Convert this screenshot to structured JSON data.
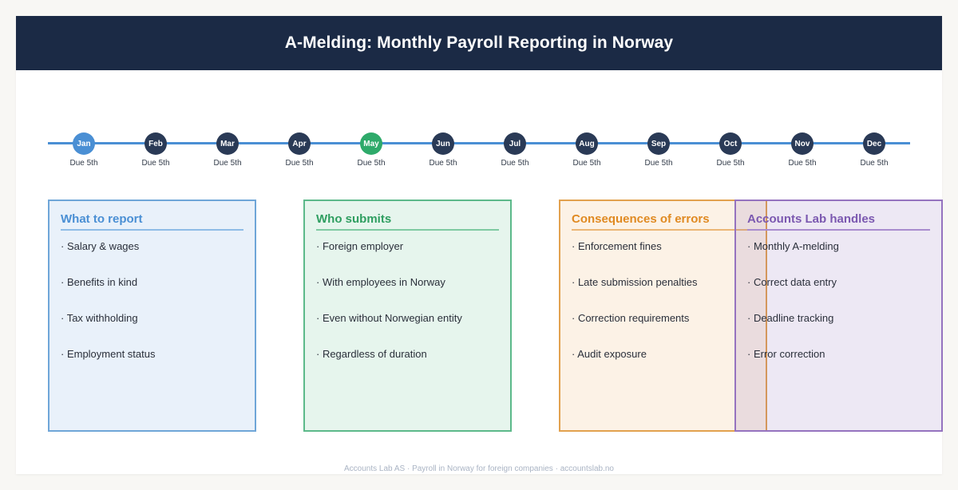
{
  "header": {
    "title": "A-Melding: Monthly Payroll Reporting in Norway"
  },
  "timeline": {
    "due_label": "Due 5th",
    "months": [
      "Jan",
      "Feb",
      "Mar",
      "Apr",
      "May",
      "Jun",
      "Jul",
      "Aug",
      "Sep",
      "Oct",
      "Nov",
      "Dec"
    ],
    "highlighted": {
      "Jan": "#4a8fd4",
      "May": "#2eaa6a"
    },
    "default_color": "#2a3a56",
    "line_color": "#4a8fd4"
  },
  "boxes": [
    {
      "title": "What to report",
      "color": "#4a8fd4",
      "items": [
        "· Salary & wages",
        "· Benefits in kind",
        "· Tax withholding",
        "· Employment status"
      ]
    },
    {
      "title": "Who submits",
      "color": "#2eaa6a",
      "items": [
        "· Foreign employer",
        "· With employees in Norway",
        "· Even without Norwegian entity",
        "· Regardless of duration"
      ]
    },
    {
      "title": "Consequences of errors",
      "color": "#e08a22",
      "items": [
        "· Enforcement fines",
        "· Late submission penalties",
        "· Correction requirements",
        "· Audit exposure"
      ]
    },
    {
      "title": "Accounts Lab handles",
      "color": "#7b58b0",
      "items": [
        "· Monthly A-melding",
        "· Correct data entry",
        "· Deadline tracking",
        "· Error correction"
      ]
    }
  ],
  "footer": {
    "text": "Accounts Lab AS · Payroll in Norway for foreign companies · accountslab.no"
  }
}
